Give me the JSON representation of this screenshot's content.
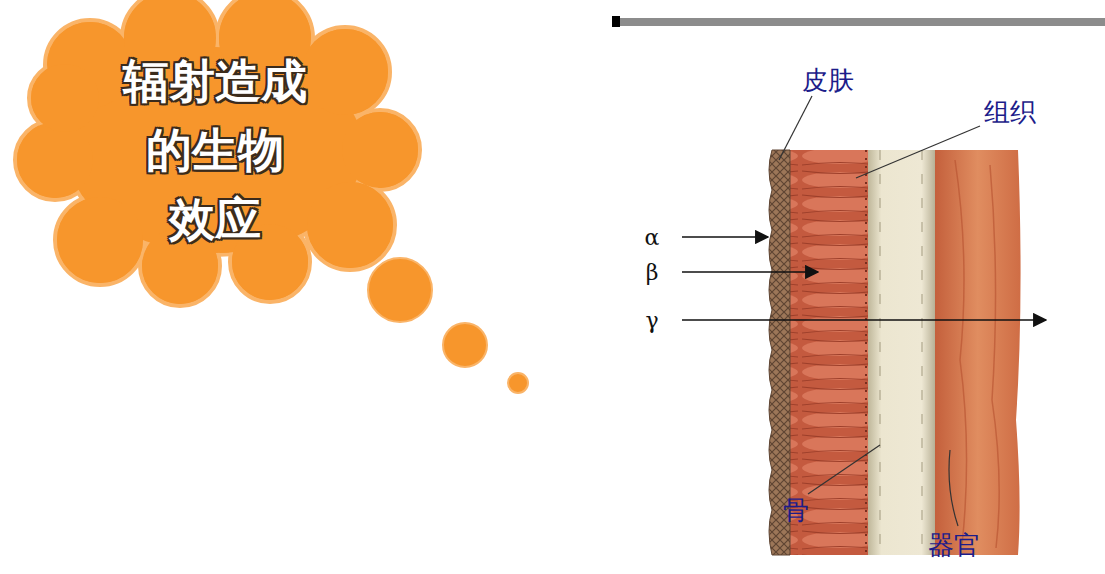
{
  "diagram": {
    "nodes": [
      {
        "text": [
          "辐射造成 的生物 效应"
        ]
      }
    ],
    "labels": [
      "皮肤",
      "组织",
      "α",
      "β",
      "γ",
      "骨",
      "器官"
    ]
  }
}
